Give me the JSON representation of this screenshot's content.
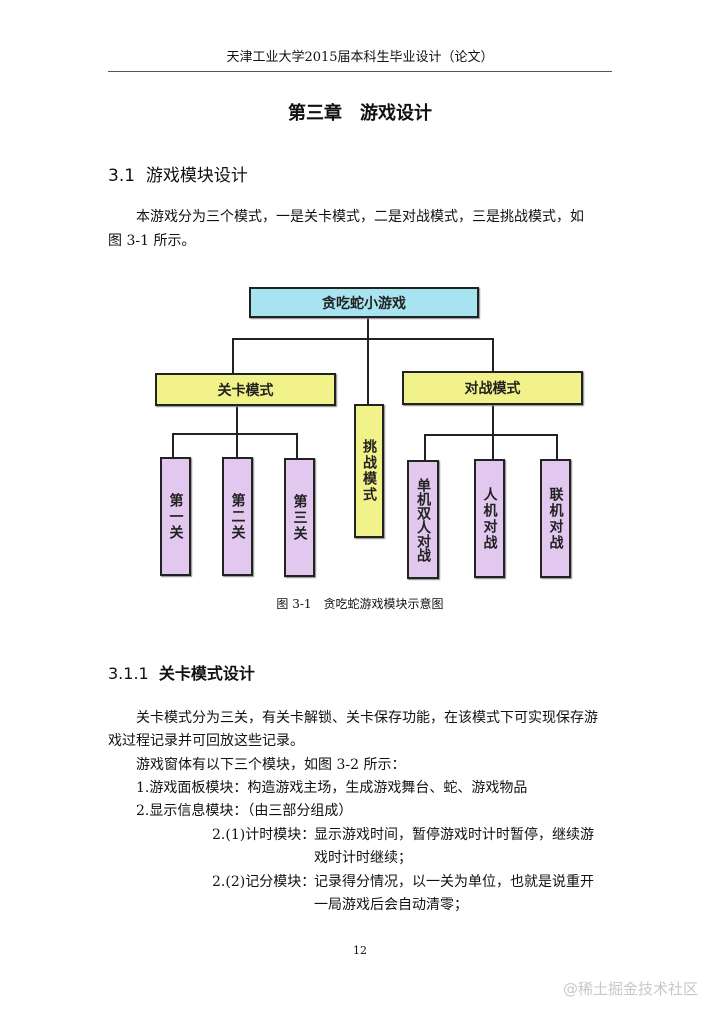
{
  "header": {
    "running_title": "天津工业大学2015届本科生毕业设计（论文）"
  },
  "chapter_title": "第三章　游戏设计",
  "section": {
    "number": "3.1",
    "title": "游戏模块设计"
  },
  "intro": [
    "本游戏分为三个模式，一是关卡模式，二是对战模式，三是挑战模式，如",
    "图 3-1 所示。"
  ],
  "diagram": {
    "root": "贪吃蛇小游戏",
    "level_mode": {
      "label": "关卡模式",
      "children": [
        "第一关",
        "第二关",
        "第三关"
      ]
    },
    "challenge_mode": "挑战模式",
    "battle_mode": {
      "label": "对战模式",
      "children": [
        "单机双人对战",
        "人机对战",
        "联机对战"
      ]
    },
    "colors": {
      "root": "#a8e4f0",
      "mode": "#f2f28a",
      "leaf": "#e2c8ef"
    }
  },
  "figure_caption": "图 3-1　贪吃蛇游戏模块示意图",
  "subsection": {
    "number": "3.1.1",
    "title": "关卡模式设计"
  },
  "body": {
    "p1": [
      "关卡模式分为三关，有关卡解锁、关卡保存功能，在该模式下可实现保存游",
      "戏过程记录并可回放这些记录。"
    ],
    "p2": "游戏窗体有以下三个模块，如图 3-2 所示：",
    "item1": "1.游戏面板模块：构造游戏主场，生成游戏舞台、蛇、游戏物品",
    "item2": "2.显示信息模块：（由三部分组成）",
    "sub1_label": "2.(1)计时模块：",
    "sub1_text": [
      "显示游戏时间，暂停游戏时计时暂停，继续游",
      "戏时计时继续；"
    ],
    "sub2_label": "2.(2)记分模块：",
    "sub2_text": [
      "记录得分情况，以一关为单位，也就是说重开",
      "一局游戏后会自动清零；"
    ]
  },
  "page_number": "12",
  "watermark": "@稀土掘金技术社区"
}
